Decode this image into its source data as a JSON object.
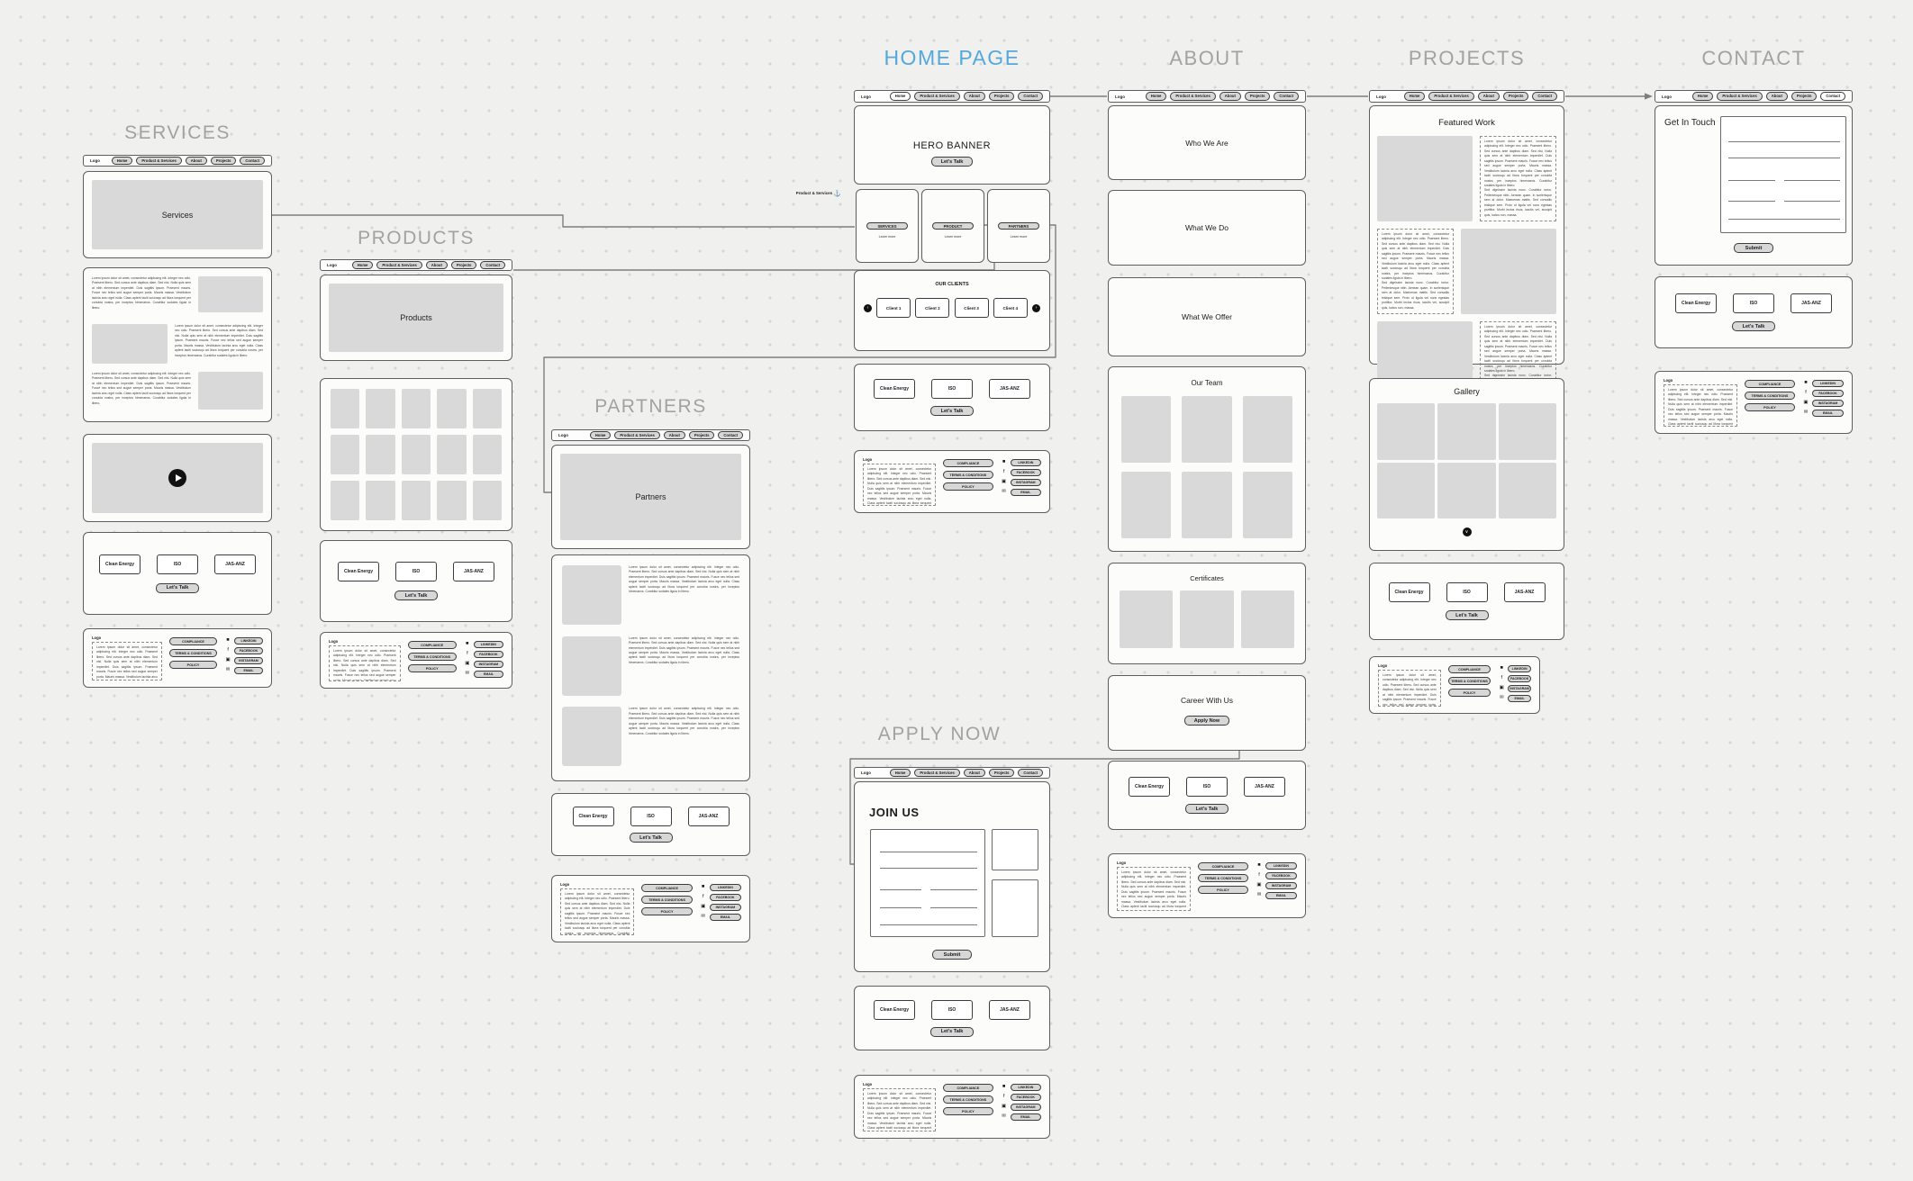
{
  "colors": {
    "accent_blue": "#54a8dc",
    "title_gray": "#a2a2a2",
    "placeholder_gray": "#d9d9d9",
    "connector_gray": "#7e7e7e"
  },
  "nav": {
    "logo": "Logo",
    "items": [
      "Home",
      "Product & Services",
      "About",
      "Projects",
      "Contact"
    ]
  },
  "lorem": {
    "p1": "Lorem ipsum dolor sit amet, consectetur adipiscing elit. Integer nec odio. Praesent libero. Sed cursus ante dapibus diam. Sed nisi. Nulla quis sem at nibh elementum imperdiet. Duis sagittis ipsum. Praesent mauris. Fusce nec tellus sed augue semper porta. Mauris massa. Vestibulum lacinia arcu eget nulla. Class aptent taciti sociosqu ad litora torquent per conubia nostra, per inceptos himenaeos. Curabitur sodales ligula in libero.",
    "p2": "Sed dignissim lacinia nunc. Curabitur tortor. Pellentesque nibh. Aenean quam. In scelerisque sem at dolor. Maecenas mattis. Sed convallis tristique sem. Proin ut ligula vel nunc egestas porttitor. Morbi lectus risus, iaculis vel, suscipit quis, luctus non, massa."
  },
  "footer": {
    "logo": "Logo",
    "links": [
      "COMPLIANCE",
      "TERMS & CONDITIONS",
      "POLICY"
    ],
    "socials": [
      {
        "name": "linkedin-icon",
        "glyph": "■",
        "label": "LINKEDIN"
      },
      {
        "name": "facebook-icon",
        "glyph": "f",
        "label": "FACEBOOK"
      },
      {
        "name": "instagram-icon",
        "glyph": "▣",
        "label": "INSTAGRAM"
      },
      {
        "name": "email-icon",
        "glyph": "✉",
        "label": "EMAIL"
      }
    ]
  },
  "cta": {
    "badges": [
      "Clean Energy",
      "ISO",
      "JAS-ANZ"
    ],
    "button": "Let's Talk"
  },
  "pages": {
    "services": {
      "title": "SERVICES",
      "hero": "Services"
    },
    "products": {
      "title": "PRODUCTS",
      "hero": "Products"
    },
    "partners": {
      "title": "PARTNERS",
      "hero": "Partners"
    },
    "home": {
      "title": "HOME PAGE",
      "hero": "HERO BANNER",
      "hero_button": "Let's Talk",
      "anchor_label": "Product & Services",
      "anchor_icon": "⚓",
      "cards": [
        {
          "label": "SERVICES",
          "sub": "Learn more"
        },
        {
          "label": "PRODUCT",
          "sub": "Learn more"
        },
        {
          "label": "PARTNERS",
          "sub": "Learn more"
        }
      ],
      "clients": {
        "title": "OUR CLIENTS",
        "items": [
          "Client 1",
          "Client 2",
          "Client 3",
          "Client 4"
        ],
        "prev": "‹",
        "next": "›"
      }
    },
    "about": {
      "title": "ABOUT",
      "sections": [
        "Who We Are",
        "What We Do",
        "What We Offer"
      ],
      "team_title": "Our Team",
      "certificates_title": "Certificates",
      "career_title": "Career With Us",
      "career_button": "Apply Now"
    },
    "apply": {
      "title": "APPLY NOW",
      "heading": "JOIN US",
      "submit": "Submit"
    },
    "projects": {
      "title": "PROJECTS",
      "featured_title": "Featured Work",
      "gallery_title": "Gallery",
      "gallery_more": "∨"
    },
    "contact": {
      "title": "CONTACT",
      "heading": "Get In Touch",
      "submit": "Submit"
    }
  }
}
